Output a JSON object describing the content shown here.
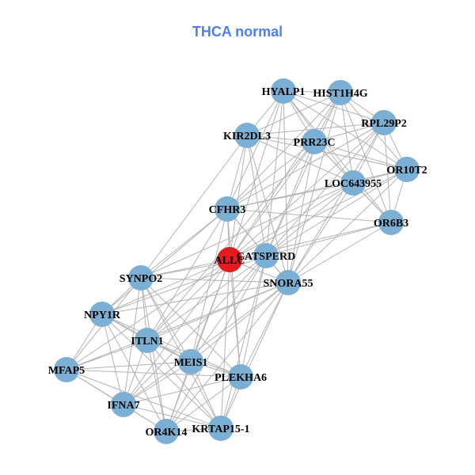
{
  "title": "THCA normal",
  "colors": {
    "node": "#7bafd4",
    "highlight": "#e41a1c",
    "edge": "#b3b3b3",
    "title": "#4d7ff0"
  },
  "highlight_node": "ALLC",
  "nodes": [
    "HYALP1",
    "HIST1H4G",
    "RPL29P2",
    "KIR2DL3",
    "PRR23C",
    "OR10T2",
    "LOC643955",
    "CFHR3",
    "OR6B3",
    "CATSPERD",
    "ALLC",
    "SYNPO2",
    "SNORA55",
    "NPY1R",
    "ITLN1",
    "MEIS1",
    "MFAP5",
    "PLEKHA6",
    "IFNA7",
    "OR4K14",
    "KRTAP15-1"
  ],
  "adjacency": {
    "HYALP1": [
      "HIST1H4G",
      "RPL29P2",
      "KIR2DL3",
      "PRR23C",
      "OR10T2",
      "LOC643955",
      "OR6B3",
      "CFHR3",
      "CATSPERD",
      "SNORA55",
      "ALLC"
    ],
    "HIST1H4G": [
      "RPL29P2",
      "KIR2DL3",
      "PRR23C",
      "OR10T2",
      "LOC643955",
      "OR6B3",
      "CFHR3",
      "CATSPERD",
      "SNORA55",
      "ALLC"
    ],
    "RPL29P2": [
      "KIR2DL3",
      "PRR23C",
      "OR10T2",
      "LOC643955",
      "OR6B3",
      "CFHR3",
      "CATSPERD",
      "SNORA55",
      "ALLC"
    ],
    "KIR2DL3": [
      "PRR23C",
      "OR10T2",
      "LOC643955",
      "CFHR3",
      "CATSPERD",
      "SNORA55",
      "ALLC",
      "SYNPO2"
    ],
    "PRR23C": [
      "OR10T2",
      "LOC643955",
      "OR6B3",
      "CFHR3",
      "CATSPERD",
      "SNORA55",
      "ALLC",
      "ITLN1"
    ],
    "OR10T2": [
      "LOC643955",
      "OR6B3",
      "CFHR3",
      "CATSPERD",
      "SNORA55",
      "ALLC"
    ],
    "LOC643955": [
      "OR6B3",
      "CFHR3",
      "CATSPERD",
      "SNORA55",
      "ALLC",
      "SYNPO2"
    ],
    "OR6B3": [
      "CFHR3",
      "CATSPERD",
      "SNORA55",
      "ALLC"
    ],
    "CFHR3": [
      "CATSPERD",
      "SNORA55",
      "ALLC",
      "SYNPO2",
      "NPY1R",
      "ITLN1",
      "MEIS1",
      "PLEKHA6"
    ],
    "ALLC": [
      "CATSPERD",
      "SNORA55",
      "SYNPO2",
      "NPY1R",
      "ITLN1",
      "MEIS1",
      "PLEKHA6",
      "IFNA7",
      "OR4K14",
      "KRTAP15-1",
      "MFAP5"
    ],
    "CATSPERD": [
      "SNORA55",
      "SYNPO2",
      "NPY1R",
      "ITLN1",
      "MEIS1",
      "PLEKHA6",
      "IFNA7",
      "OR4K14",
      "KRTAP15-1"
    ],
    "SNORA55": [
      "SYNPO2",
      "NPY1R",
      "ITLN1",
      "MEIS1",
      "PLEKHA6",
      "IFNA7",
      "OR4K14",
      "KRTAP15-1",
      "MFAP5"
    ],
    "SYNPO2": [
      "NPY1R",
      "ITLN1",
      "MEIS1",
      "MFAP5",
      "PLEKHA6",
      "IFNA7",
      "OR4K14",
      "KRTAP15-1"
    ],
    "NPY1R": [
      "ITLN1",
      "MEIS1",
      "MFAP5",
      "PLEKHA6",
      "IFNA7",
      "OR4K14",
      "KRTAP15-1"
    ],
    "ITLN1": [
      "MEIS1",
      "MFAP5",
      "PLEKHA6",
      "IFNA7",
      "OR4K14",
      "KRTAP15-1"
    ],
    "MEIS1": [
      "MFAP5",
      "PLEKHA6",
      "IFNA7",
      "OR4K14",
      "KRTAP15-1"
    ],
    "MFAP5": [
      "PLEKHA6",
      "IFNA7",
      "OR4K14",
      "KRTAP15-1"
    ],
    "PLEKHA6": [
      "IFNA7",
      "OR4K14",
      "KRTAP15-1"
    ],
    "IFNA7": [
      "OR4K14",
      "KRTAP15-1"
    ],
    "OR4K14": [
      "KRTAP15-1"
    ]
  }
}
